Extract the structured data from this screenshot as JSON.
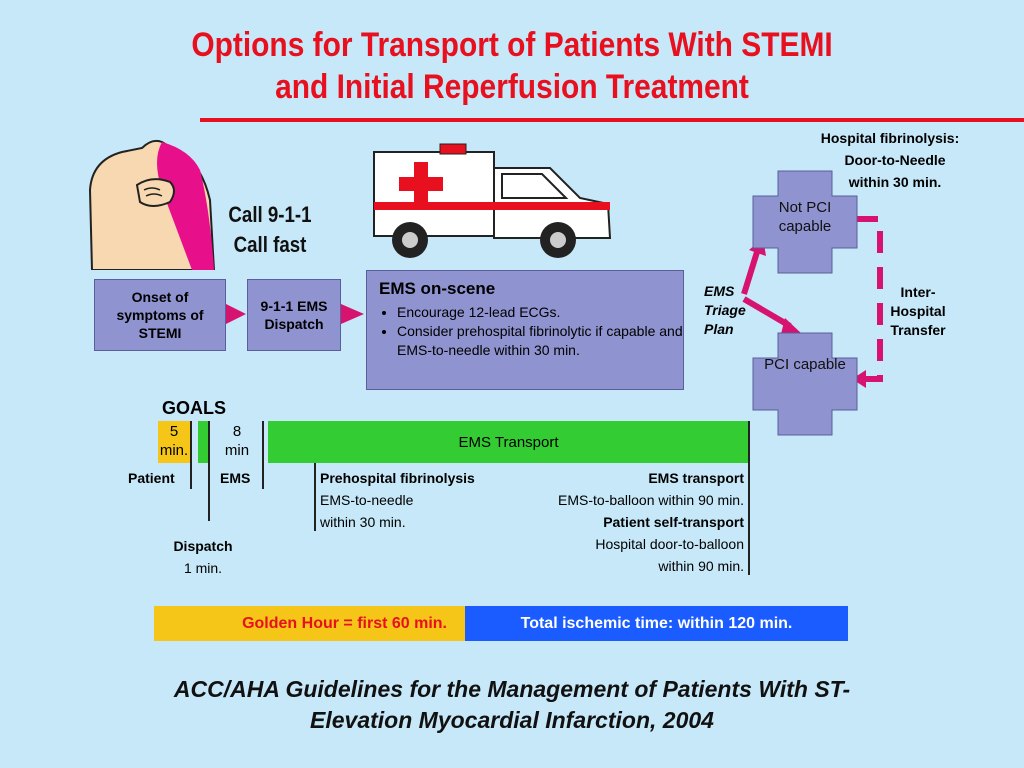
{
  "title": {
    "line1": "Options for Transport of Patients With STEMI",
    "line2": "and Initial Reperfusion Treatment"
  },
  "call": {
    "line1": "Call 9-1-1",
    "line2": "Call fast"
  },
  "boxes": {
    "onset": "Onset of symptoms of STEMI",
    "dispatch": "9-1-1 EMS Dispatch"
  },
  "ems_scene": {
    "heading": "EMS on-scene",
    "bullets": [
      "Encourage 12-lead ECGs.",
      "Consider prehospital fibrinolytic if capable and EMS-to-needle within 30 min."
    ]
  },
  "hospital_fibrinolysis": {
    "line1": "Hospital fibrinolysis:",
    "line2": "Door-to-Needle",
    "line3": "within 30 min."
  },
  "not_pci": "Not PCI capable",
  "pci": "PCI capable",
  "triage": {
    "l1": "EMS",
    "l2": "Triage",
    "l3": "Plan"
  },
  "transfer": {
    "l1": "Inter-",
    "l2": "Hospital",
    "l3": "Transfer"
  },
  "goals": {
    "heading": "GOALS",
    "seg5_a": "5",
    "seg5_b": "min.",
    "seg8_a": "8",
    "seg8_b": "min",
    "transport": "EMS Transport",
    "patient": "Patient",
    "ems": "EMS",
    "dispatch_l1": "Dispatch",
    "dispatch_l2": "1 min.",
    "prehosp_title": "Prehospital fibrinolysis",
    "prehosp_l1": "EMS-to-needle",
    "prehosp_l2": "within 30 min.",
    "ems_transport_title": "EMS transport",
    "ems_transport_l1": "EMS-to-balloon within 90 min.",
    "self_title": "Patient self-transport",
    "self_l1": "Hospital door-to-balloon",
    "self_l2": "within 90 min."
  },
  "timebar": {
    "golden": "Golden Hour = first 60 min.",
    "total": "Total ischemic time: within 120 min."
  },
  "footer": {
    "line1": "ACC/AHA Guidelines for the Management of Patients With ST-",
    "line2": "Elevation Myocardial Infarction, 2004"
  },
  "colors": {
    "title_red": "#e8101e",
    "box_purple": "#8f93cf",
    "arrow_magenta": "#d6136f",
    "green": "#33cc33",
    "yellow": "#f5c518",
    "blue": "#1a5cff",
    "background": "#c6e8f8"
  }
}
